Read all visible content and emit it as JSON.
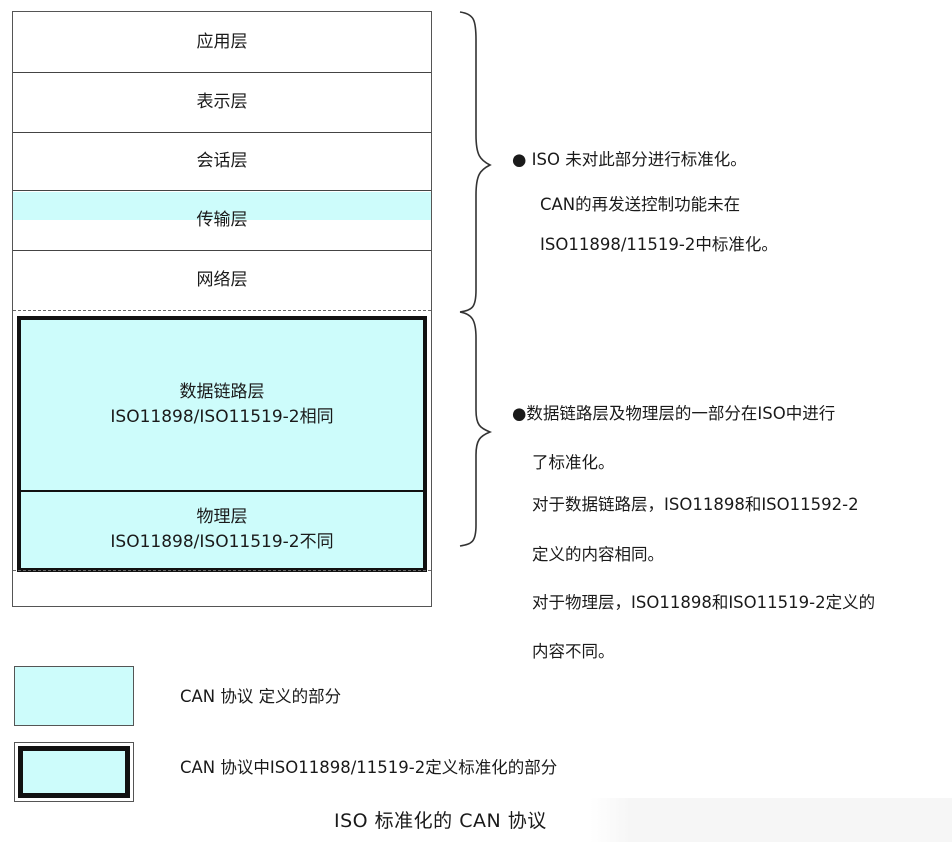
{
  "layers": {
    "application": "应用层",
    "presentation": "表示层",
    "session": "会话层",
    "transport": "传输层",
    "network": "网络层",
    "datalink_name": "数据链路层",
    "datalink_std": "ISO11898/ISO11519-2相同",
    "physical_name": "物理层",
    "physical_std": "ISO11898/ISO11519-2不同"
  },
  "notes": {
    "upper_line1": "● ISO 未对此部分进行标准化。",
    "upper_line2": "CAN的再发送控制功能未在",
    "upper_line3": "ISO11898/11519-2中标准化。",
    "lower_line1": "●数据链路层及物理层的一部分在ISO中进行",
    "lower_line2": "了标准化。",
    "lower_line3": "对于数据链路层，ISO11898和ISO11592-2",
    "lower_line4": "定义的内容相同。",
    "lower_line5": "对于物理层，ISO11898和ISO11519-2定义的",
    "lower_line6": "内容不同。"
  },
  "legend": {
    "thin_label": "CAN 协议 定义的部分",
    "thick_label": "CAN 协议中ISO11898/11519-2定义标准化的部分"
  },
  "caption": "ISO 标准化的 CAN 协议",
  "colors": {
    "can_defined_fill": "#cdfcfb",
    "border": "#111111"
  }
}
